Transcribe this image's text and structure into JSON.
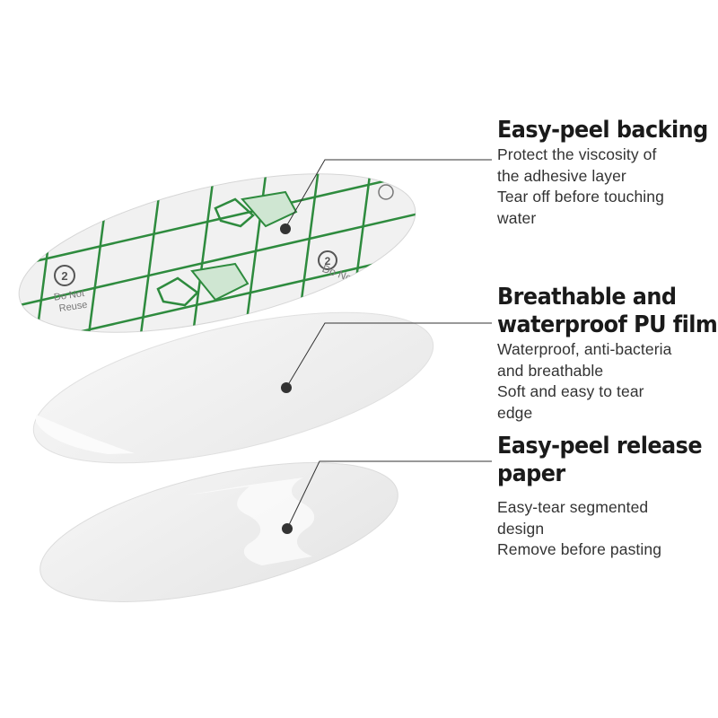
{
  "layers": [
    {
      "heading_lines": [
        "Easy-peel backing"
      ],
      "body_lines": [
        "Protect the viscosity of",
        "the adhesive layer",
        "Tear off before touching",
        "water"
      ]
    },
    {
      "heading_lines": [
        "Breathable and",
        "waterproof PU film"
      ],
      "body_lines": [
        "Waterproof, anti-bacteria",
        "and breathable",
        "Soft and easy to tear",
        "edge"
      ]
    },
    {
      "heading_lines": [
        "Easy-peel release",
        "paper"
      ],
      "body_lines": [
        "Easy-tear segmented",
        "design",
        "Remove before pasting"
      ]
    }
  ],
  "backing_print": {
    "warning_text_lines": [
      "Do Not",
      "Reuse"
    ],
    "step_number": "2",
    "grid_color": "#2e8b3e"
  },
  "colors": {
    "text": "#222222",
    "leader_line": "#333333",
    "marker_dot": "#333333"
  }
}
